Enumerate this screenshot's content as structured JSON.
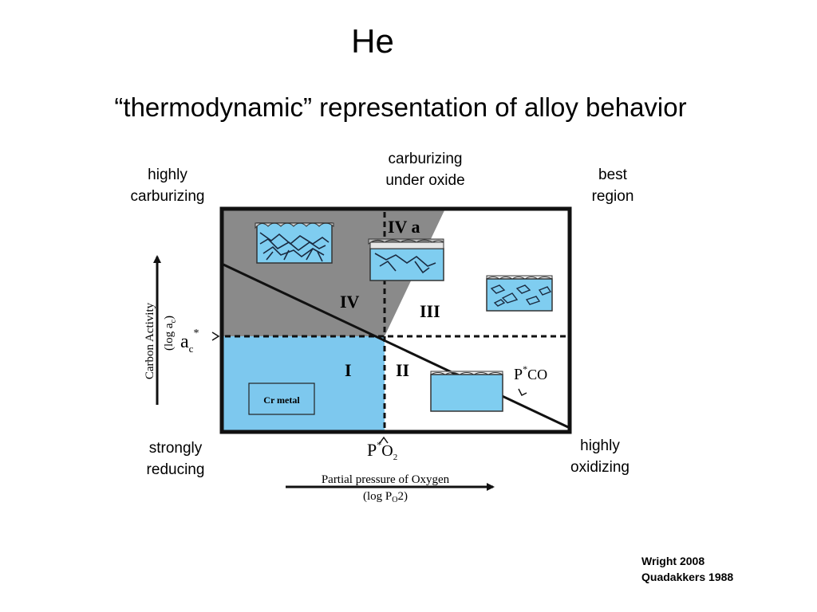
{
  "slide": {
    "title": "He",
    "subtitle": "“thermodynamic”  representation  of alloy behavior"
  },
  "annotations": {
    "highly_carburizing": [
      "highly",
      "carburizing"
    ],
    "carburizing_under_oxide": [
      "carburizing",
      "under oxide"
    ],
    "best_region": [
      "best",
      "region"
    ],
    "strongly_reducing": [
      "strongly",
      "reducing"
    ],
    "highly_oxidizing": [
      "highly",
      "oxidizing"
    ]
  },
  "diagram": {
    "regions": {
      "I": "I",
      "II": "II",
      "III": "III",
      "IV": "IV",
      "IVa": "IV a"
    },
    "cr_metal_label": "Cr metal",
    "y_axis": {
      "label": "Carbon Activity",
      "sublabel": "(log a",
      "sublabel_sub": "c",
      "sublabel_end": ")",
      "ref_main": "a",
      "ref_sub": "c",
      "ref_sup": "*"
    },
    "x_axis": {
      "label": "Partial pressure of Oxygen",
      "sublabel": "(log P",
      "sublabel_sub": "O",
      "sublabel_end": ")",
      "ref_main": "P",
      "ref_sup": "*",
      "ref_o": "O",
      "ref_sub": "2"
    },
    "pco": {
      "main": "P",
      "sup": "*",
      "rest": "CO"
    },
    "colors": {
      "gray_region": "#8a8a8a",
      "blue_region": "#7dc8ee",
      "sample_blue": "#7fcdf0",
      "frame": "#111111"
    }
  },
  "credits": [
    "Wright 2008",
    "Quadakkers 1988"
  ]
}
